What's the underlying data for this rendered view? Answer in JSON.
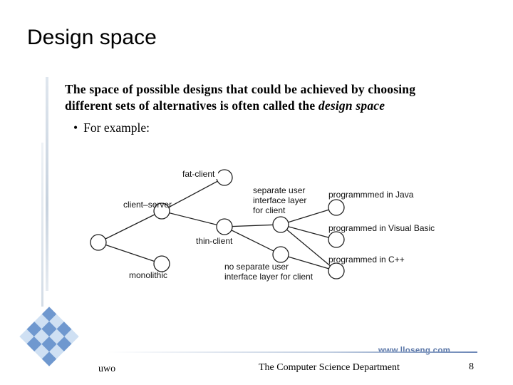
{
  "slide": {
    "title": "Design space",
    "intro_line1": "The space of possible designs that could be achieved by choosing",
    "intro_line2_prefix": "different sets of alternatives is often called the ",
    "intro_line2_em": "design space",
    "bullet": "For example:"
  },
  "diagram": {
    "labels": {
      "fat_client": "fat-client",
      "client_server": "client–server",
      "thin_client": "thin-client",
      "monolithic": "monolithic",
      "separate_l1": "separate user",
      "separate_l2": "interface layer",
      "separate_l3": "for client",
      "nosep_l1": "no separate user",
      "nosep_l2": "interface layer for client",
      "java": "programmmed in Java",
      "vb": "programmed in Visual Basic",
      "cpp": "programmed in C++"
    }
  },
  "footer": {
    "url": "www.lloseng.com",
    "left": "uwo",
    "middle": "The Computer Science Department",
    "page_number": "8"
  },
  "colors": {
    "accent": "#5b77a8",
    "logo_blue": "#7ea6d8"
  }
}
